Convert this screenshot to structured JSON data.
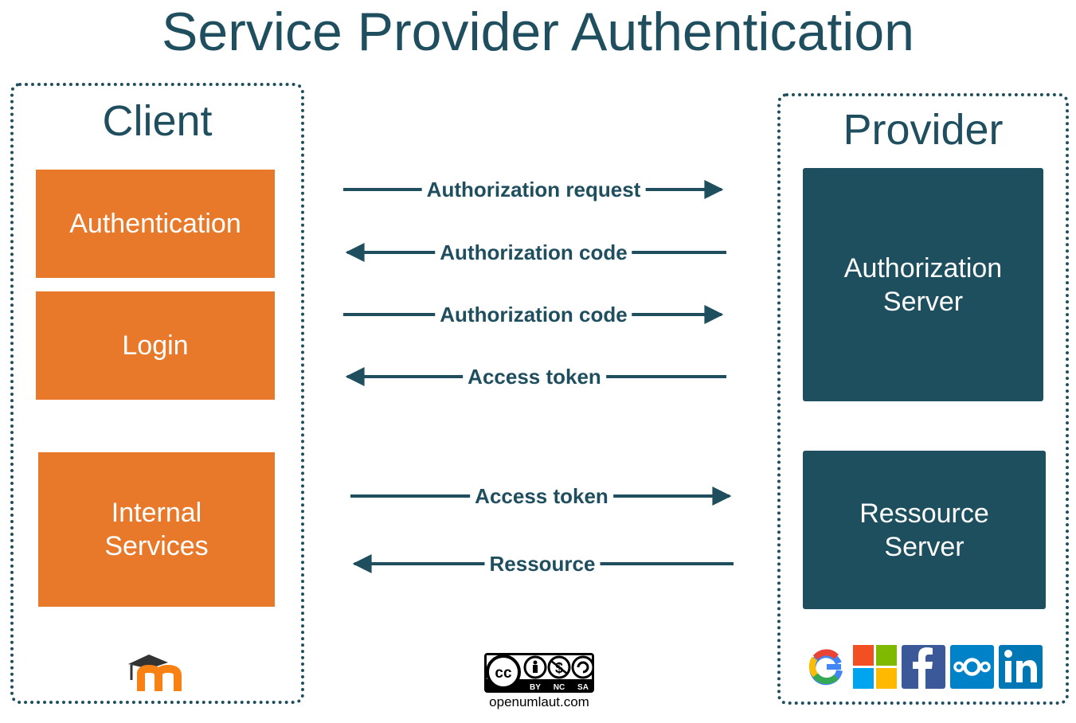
{
  "title": "Service Provider Authentication",
  "client": {
    "title": "Client",
    "blocks": [
      "Authentication",
      "Login",
      "Internal\nServices"
    ]
  },
  "provider": {
    "title": "Provider",
    "blocks": [
      "Authorization\nServer",
      "Ressource\nServer"
    ]
  },
  "flows": [
    {
      "label": "Authorization request",
      "direction": "right"
    },
    {
      "label": "Authorization code",
      "direction": "left"
    },
    {
      "label": "Authorization code",
      "direction": "right"
    },
    {
      "label": "Access token",
      "direction": "left"
    },
    {
      "label": "Access token",
      "direction": "right"
    },
    {
      "label": "Ressource",
      "direction": "left"
    }
  ],
  "footer": {
    "cc_icons": [
      "cc",
      "BY",
      "NC",
      "SA"
    ],
    "cc_site": "openumlaut.com",
    "provider_logos": [
      "google-logo",
      "microsoft-logo",
      "facebook-logo",
      "nextcloud-logo",
      "linkedin-logo"
    ],
    "client_logo": "moodle-logo"
  },
  "colors": {
    "primary": "#1f4e5f",
    "teal_block": "#1d4f5e",
    "orange_block": "#e8792b"
  }
}
